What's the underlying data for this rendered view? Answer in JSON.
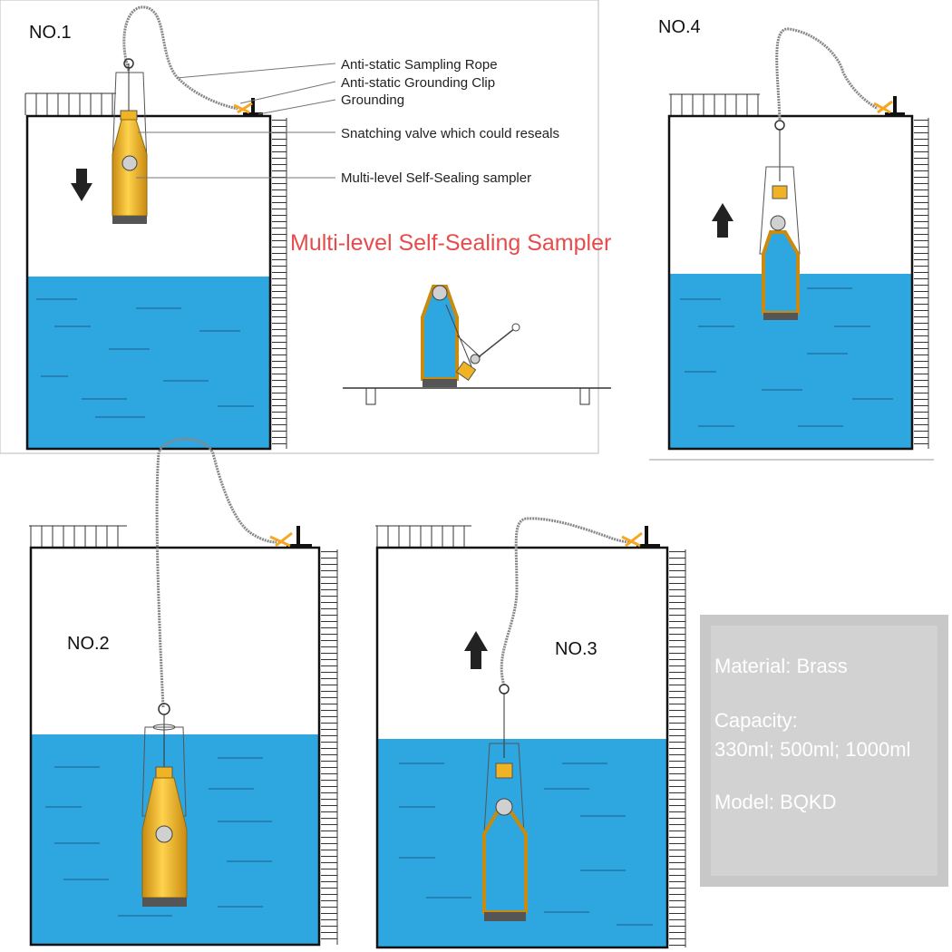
{
  "title": "Multi-level Self-Sealing Sampler",
  "stages": {
    "no1": "NO.1",
    "no2": "NO.2",
    "no3": "NO.3",
    "no4": "NO.4"
  },
  "callouts": {
    "rope": "Anti-static  Sampling Rope",
    "clip": "Anti-static Grounding Clip",
    "grounding": "Grounding",
    "valve": "Snatching valve which could reseals",
    "sampler": "Multi-level Self-Sealing sampler"
  },
  "specs": {
    "material": "Material: Brass",
    "capacity_label": "Capacity:",
    "capacity_values": "330ml; 500ml; 1000ml",
    "model": "Model: BQKD"
  },
  "colors": {
    "water": "#2ea6e0",
    "brass": "#f0b323",
    "title": "#e64c4c",
    "spec_panel": "#c8c8c8",
    "clip": "#f5a623"
  },
  "icons": {
    "down_arrow": "arrow-down-icon",
    "up_arrow": "arrow-up-icon"
  }
}
